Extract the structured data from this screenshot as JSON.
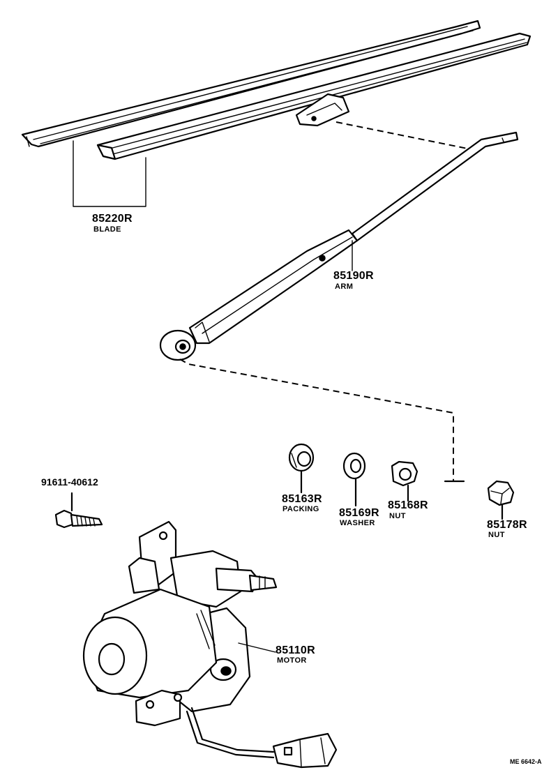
{
  "parts": {
    "blade": {
      "number": "85220R",
      "name": "BLADE"
    },
    "arm": {
      "number": "85190R",
      "name": "ARM"
    },
    "packing": {
      "number": "85163R",
      "name": "PACKING"
    },
    "washer": {
      "number": "85169R",
      "name": "WASHER"
    },
    "nut_small": {
      "number": "85168R",
      "name": "NUT"
    },
    "nut_cap": {
      "number": "85178R",
      "name": "NUT"
    },
    "bolt": {
      "number": "91611-40612"
    },
    "motor": {
      "number": "85110R",
      "name": "MOTOR"
    }
  },
  "figure_code": "ME 6642-A"
}
